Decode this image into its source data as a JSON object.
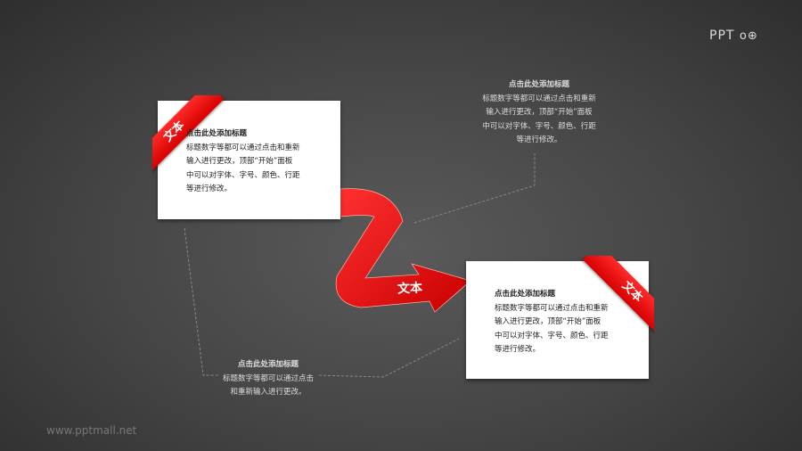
{
  "logo": {
    "text": "PPT"
  },
  "footer": "www.pptmall.net",
  "arrow_label": "文本",
  "cards": [
    {
      "tag": "文本",
      "title": "点击此处添加标题",
      "lines": [
        "标题数字等都可以通过点击和重新",
        "输入进行更改，顶部“开始”面板",
        "中可以对字体、字号、颜色、行距",
        "等进行修改。"
      ]
    },
    {
      "tag": "文本",
      "title": "点击此处添加标题",
      "lines": [
        "标题数字等都可以通过点击和重新",
        "输入进行更改，顶部“开始”面板",
        "中可以对字体、字号、颜色、行距",
        "等进行修改。"
      ]
    }
  ],
  "notes": [
    {
      "title": "点击此处添加标题",
      "lines": [
        "标题数字等都可以通过点击和重新",
        "输入进行更改，顶部“开始”面板",
        "中可以对字体、字号、颜色、行距",
        "等进行修改。"
      ]
    },
    {
      "title": "点击此处添加标题",
      "lines": [
        "标题数字等都可以通过点击",
        "和重新输入进行更改。"
      ]
    }
  ],
  "colors": {
    "accent": "#e00000",
    "background": "#444444"
  }
}
